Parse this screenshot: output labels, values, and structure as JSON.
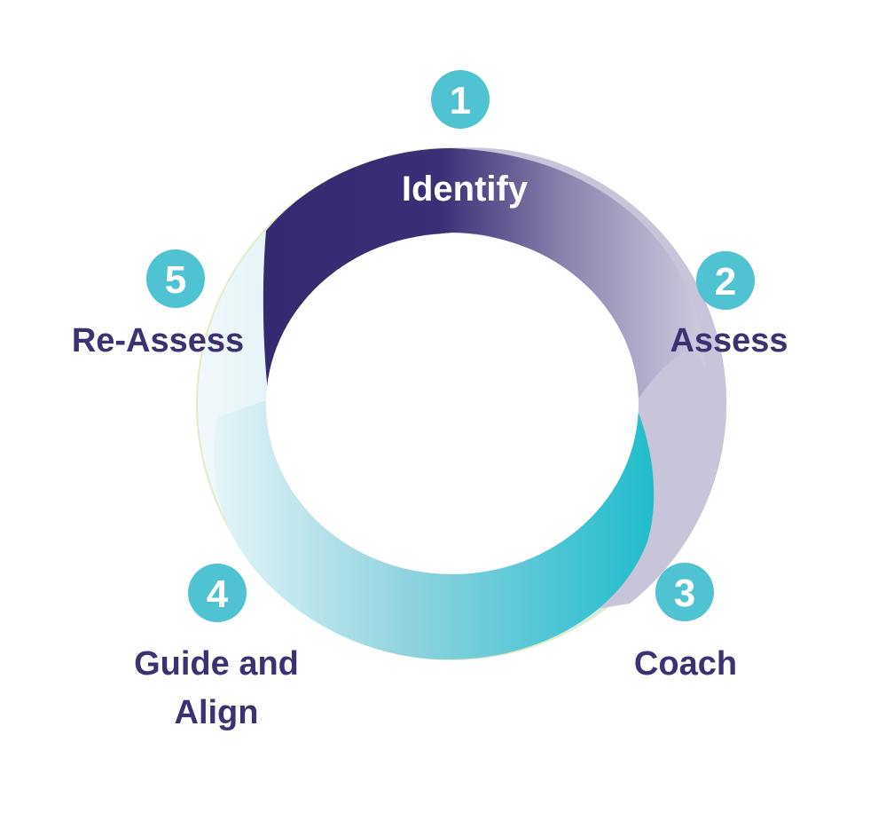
{
  "colors": {
    "badge": "#4fc3d1",
    "label_text": "#3d3173",
    "ring_dark_purple": "#332a72",
    "ring_light_purple": "#c8c4da",
    "ring_teal": "#2bbfcf",
    "ring_pale_teal": "#e6f4f8"
  },
  "steps": [
    {
      "number": "1",
      "label": "Identify"
    },
    {
      "number": "2",
      "label": "Assess"
    },
    {
      "number": "3",
      "label": "Coach"
    },
    {
      "number": "4",
      "label_line1": "Guide and",
      "label_line2": "Align"
    },
    {
      "number": "5",
      "label": "Re-Assess"
    }
  ]
}
